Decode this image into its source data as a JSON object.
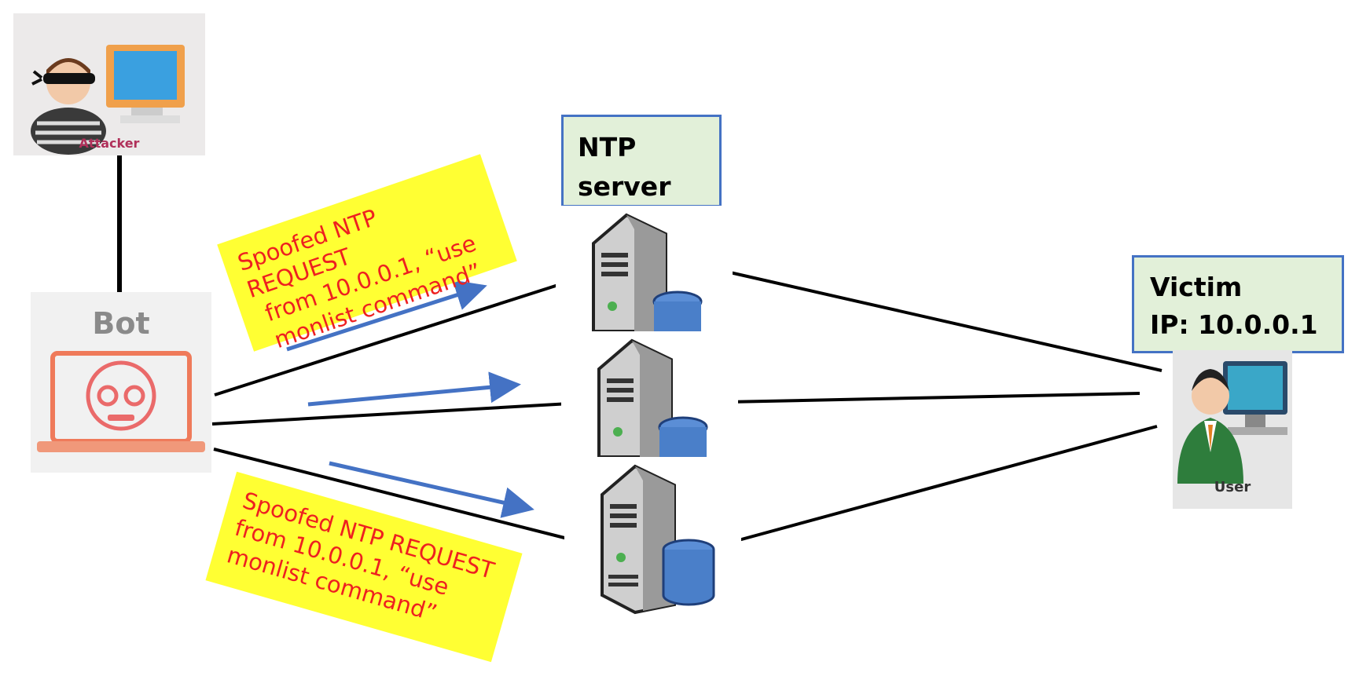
{
  "attacker": {
    "caption": "Attacker"
  },
  "bot": {
    "label": "Bot"
  },
  "ntp": {
    "label_line1": "NTP",
    "label_line2": "server"
  },
  "victim": {
    "label_line1": "Victim",
    "label_line2": "IP: 10.0.0.1",
    "caption": "User"
  },
  "notes": {
    "top": [
      "Spoofed NTP REQUEST",
      "from 10.0.0.1, “use",
      "monlist command”"
    ],
    "bottom": [
      "Spoofed NTP REQUEST",
      "from 10.0.0.1, “use",
      "monlist command”"
    ]
  },
  "colors": {
    "arrow": "#4472c4",
    "note_bg": "#ffff33",
    "note_text": "#ee2020",
    "label_bg": "#e2f0d9",
    "label_border": "#4472c4"
  }
}
